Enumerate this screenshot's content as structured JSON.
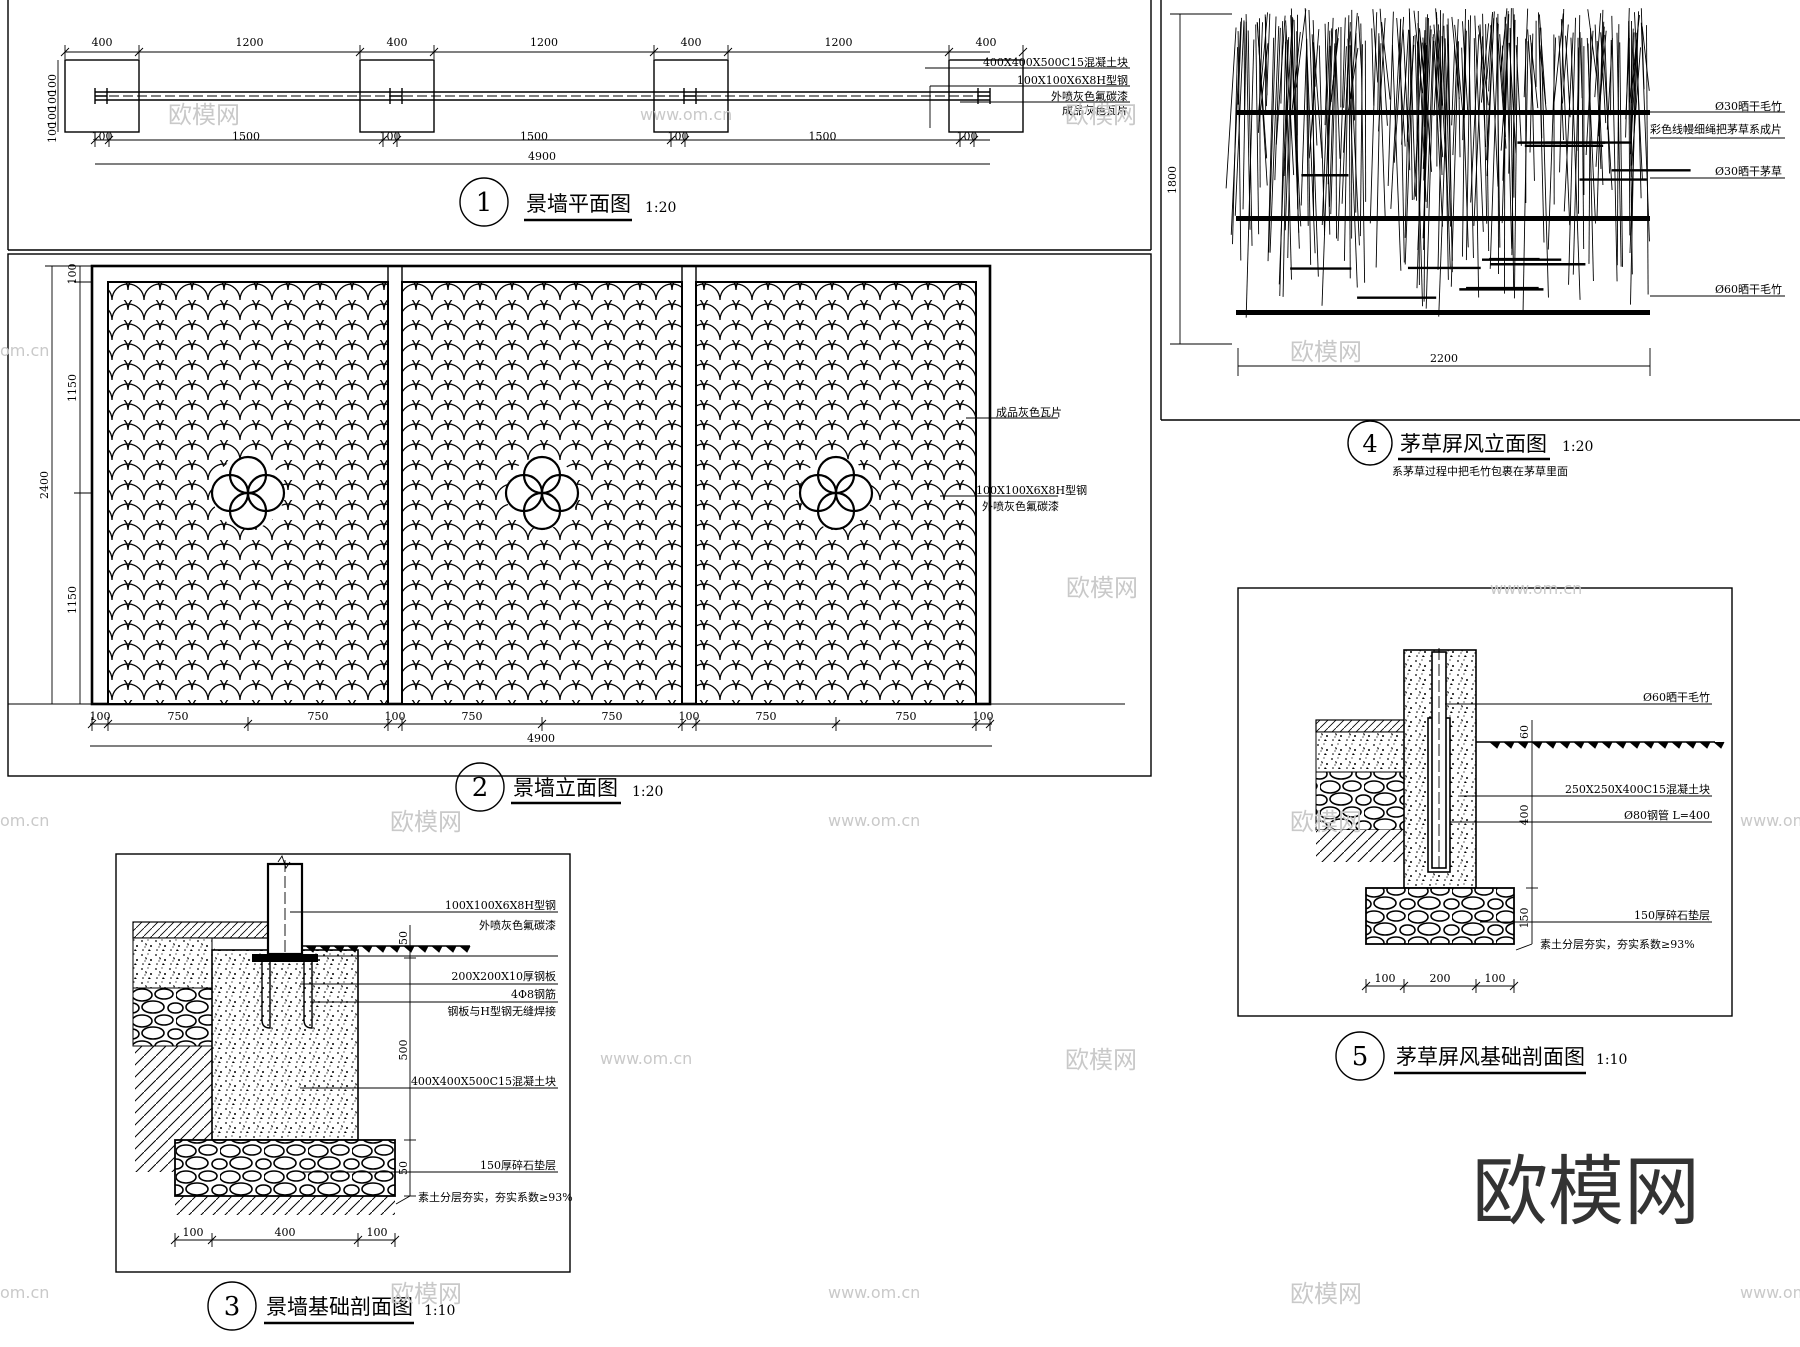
{
  "drawing1": {
    "num": "1",
    "title": "景墙平面图",
    "scale": "1:20",
    "top_dims": [
      "400",
      "1200",
      "400",
      "1200",
      "400",
      "1200",
      "400"
    ],
    "left_dims": [
      "100",
      "100",
      "100",
      "100"
    ],
    "bottom_dims": [
      "100",
      "1500",
      "100",
      "1500",
      "100",
      "1500",
      "100"
    ],
    "total": "4900",
    "notes": [
      "400X400X500C15混凝土块",
      "100X100X6X8H型钢",
      "外喷灰色氟碳漆",
      "成品灰色瓦片"
    ]
  },
  "drawing2": {
    "num": "2",
    "title": "景墙立面图",
    "scale": "1:20",
    "left_dims": [
      "100",
      "1150",
      "1150"
    ],
    "overall": "2400",
    "bottom_dims": [
      "100",
      "750",
      "750",
      "100",
      "750",
      "750",
      "100",
      "750",
      "750",
      "100"
    ],
    "total": "4900",
    "notes": [
      "成品灰色瓦片",
      "100X100X6X8H型钢",
      "外喷灰色氟碳漆"
    ]
  },
  "drawing3": {
    "num": "3",
    "title": "景墙基础剖面图",
    "scale": "1:10",
    "notes": [
      "100X100X6X8H型钢",
      "外喷灰色氟碳漆",
      "200X200X10厚钢板",
      "4Φ8钢筋",
      "钢板与H型钢无缝焊接",
      "400X400X500C15混凝土块",
      "150厚碎石垫层",
      "素土分层夯实，夯实系数≥93%"
    ],
    "right_dims": [
      "50",
      "500",
      "50"
    ],
    "bottom_dims": [
      "100",
      "400",
      "100"
    ]
  },
  "drawing4": {
    "num": "4",
    "title": "茅草屏风立面图",
    "scale": "1:20",
    "subnote": "系茅草过程中把毛竹包裹在茅草里面",
    "height": "1800",
    "width": "2200",
    "notes": [
      "Ø30晒干毛竹",
      "彩色线幔细绳把茅草系成片",
      "Ø30晒干茅草",
      "Ø60晒干毛竹"
    ]
  },
  "drawing5": {
    "num": "5",
    "title": "茅草屏风基础剖面图",
    "scale": "1:10",
    "notes": [
      "Ø60晒干毛竹",
      "250X250X400C15混凝土块",
      "Ø80钢管 L=400",
      "150厚碎石垫层",
      "素土分层夯实，夯实系数≥93%"
    ],
    "right_dims": [
      "60",
      "400",
      "150"
    ],
    "bottom_dims": [
      "100",
      "200",
      "100"
    ]
  },
  "watermarks": {
    "brand": "欧模网",
    "url": "www.om.cn",
    "frag": "om.cn"
  }
}
